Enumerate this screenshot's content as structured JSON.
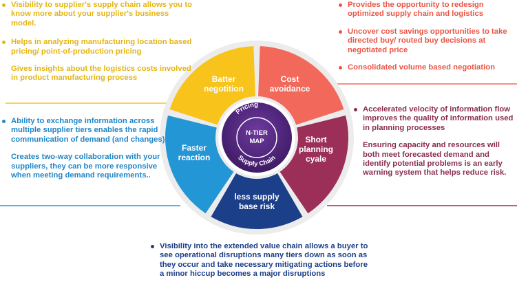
{
  "colors": {
    "yellow": "#f8c31a",
    "red": "#f2685a",
    "plum": "#9b2f57",
    "blue": "#2396d6",
    "navy": "#1c3f8a",
    "hub": "#5b2a86"
  },
  "segments": {
    "better_negotiation": [
      "Batter",
      "negotition"
    ],
    "cost_avoidance": [
      "Cost",
      "avoidance"
    ],
    "short_planning_cycle": [
      "Short",
      "planning",
      "cyale"
    ],
    "less_supply_base_risk": [
      "less supply",
      "base risk"
    ],
    "faster_reaction": [
      "Faster",
      "reaction"
    ]
  },
  "hub": {
    "title_line1": "N-TIER",
    "title_line2": "MAP",
    "top_arc": "Pricing",
    "bottom_arc": "Supply Chain"
  },
  "notes": {
    "yellow": [
      "Visibility to supplier's supply chain allows you to know more about your supplier's business model.",
      "Helps in analyzing manufacturing location based pricing/ point-of-production pricing",
      "Gives insights about the logistics costs involved in product manufacturing process"
    ],
    "red": [
      "Provides the opportunity to redesign optimized supply chain and logistics",
      "Uncover cost savings opportunities to take directed buy/ routed buy decisions at negotiated price",
      "Consolidated volume based negotiation"
    ],
    "plum": [
      "Accelerated velocity of information flow improves the quality of information used in planning processes",
      "Ensuring capacity and resources will both meet forecasted demand and identify potential problems is an early warning system that helps reduce risk."
    ],
    "blue": [
      "Ability to exchange information across multiple supplier tiers enables the rapid communication of demand (and changes)",
      "Creates two-way collaboration with your suppliers, they can be more responsive when meeting demand requirements.."
    ],
    "navy": [
      "Visibility into the extended value chain allows a buyer to see operational disruptions many tiers down as soon as they occur and take necessary mitigating actions before a minor hiccup becomes a major disruptions"
    ]
  }
}
